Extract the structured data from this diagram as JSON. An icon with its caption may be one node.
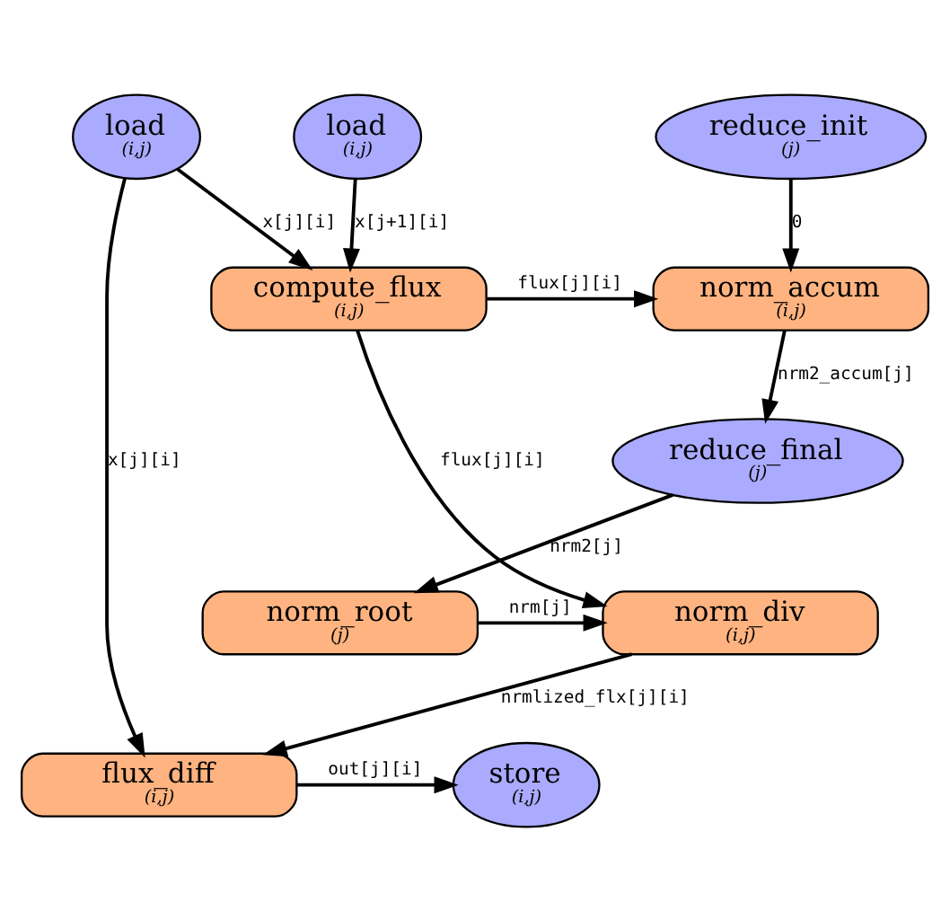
{
  "diagram": {
    "nodes": [
      {
        "text": [
          "load",
          "(i,j)"
        ]
      },
      {
        "text": [
          "load",
          "(i,j)"
        ]
      },
      {
        "text": [
          "reduce_init",
          "(j)"
        ]
      },
      {
        "text": [
          "compute_flux",
          "(i,j)"
        ]
      },
      {
        "text": [
          "norm_accum",
          "(i,j)"
        ]
      },
      {
        "text": [
          "reduce_final",
          "(j)"
        ]
      },
      {
        "text": [
          "norm_div",
          "(i,j)"
        ]
      },
      {
        "text": [
          "norm_root",
          "(j)"
        ]
      },
      {
        "text": [
          "flux_diff",
          "(i,j)"
        ]
      },
      {
        "text": [
          "store",
          "(i,j)"
        ]
      }
    ],
    "edges": [
      {
        "from": 0,
        "to": 3,
        "arrow": "to",
        "label": "x[j][i]"
      },
      {
        "from": 1,
        "to": 3,
        "arrow": "to",
        "label": "x[j+1][i]"
      },
      {
        "from": 2,
        "to": 4,
        "arrow": "to",
        "label": "0"
      },
      {
        "from": 3,
        "to": 4,
        "arrow": "to",
        "label": "flux[j][i]"
      },
      {
        "from": 4,
        "to": 5,
        "arrow": "to",
        "label": "nrm2_accum[j]"
      },
      {
        "from": 3,
        "to": 6,
        "arrow": "to",
        "label": "flux[j][i]"
      },
      {
        "from": 5,
        "to": 7,
        "arrow": "to",
        "label": "nrm2[j]"
      },
      {
        "from": 7,
        "to": 6,
        "arrow": "to",
        "label": "nrm[j]"
      },
      {
        "from": 6,
        "to": 8,
        "arrow": "to",
        "label": "nrmlized_flx[j][i]"
      },
      {
        "from": 0,
        "to": 8,
        "arrow": "to",
        "label": "x[j][i]"
      },
      {
        "from": 8,
        "to": 9,
        "arrow": "to",
        "label": "out[j][i]"
      }
    ]
  }
}
